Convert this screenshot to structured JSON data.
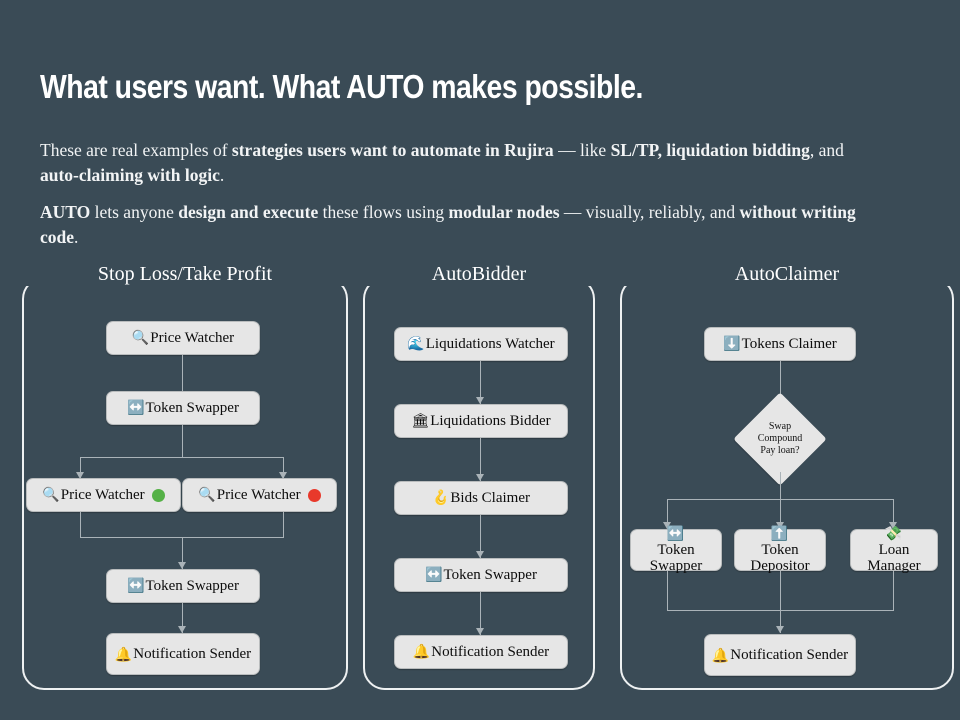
{
  "slide": {
    "background_color": "#3a4b56",
    "title": "What users want. What AUTO makes possible.",
    "paragraph1": {
      "t1": "These are real examples of ",
      "b1": "strategies users want to automate in Rujira",
      "t2": " — like ",
      "b2": "SL/TP, liquidation bidding",
      "t3": ", and ",
      "b3": "auto-claiming with logic",
      "t4": "."
    },
    "paragraph2": {
      "b1": "AUTO",
      "t1": " lets anyone ",
      "b2": "design and execute",
      "t2": " these flows using ",
      "b3": "modular nodes",
      "t3": " — visually, reliably, and ",
      "b4": "without writing code",
      "t4": "."
    }
  },
  "cards": {
    "stop_loss_take_profit": {
      "title": "Stop Loss/Take Profit",
      "nodes": {
        "price_watcher_top": {
          "icon": "magnifier-icon",
          "glyph": "🔍",
          "label": "Price Watcher"
        },
        "token_swapper_mid": {
          "icon": "left-right-arrow-icon",
          "glyph": "↔️",
          "label": "Token Swapper"
        },
        "price_watcher_green": {
          "icon": "magnifier-icon",
          "glyph": "🔍",
          "label": "Price Watcher",
          "status": "green",
          "status_color": "#55b147"
        },
        "price_watcher_red": {
          "icon": "magnifier-icon",
          "glyph": "🔍",
          "label": "Price Watcher",
          "status": "red",
          "status_color": "#e8392b"
        },
        "token_swapper_bottom": {
          "icon": "left-right-arrow-icon",
          "glyph": "↔️",
          "label": "Token Swapper"
        },
        "notification_sender": {
          "icon": "bell-icon",
          "glyph": "🔔",
          "label": "Notification Sender"
        }
      }
    },
    "autobidder": {
      "title": "AutoBidder",
      "nodes": {
        "liquidations_watcher": {
          "icon": "wave-icon",
          "glyph": "🌊",
          "label": "Liquidations Watcher"
        },
        "liquidations_bidder": {
          "icon": "auction-icon",
          "glyph": "🏛",
          "label": "Liquidations Bidder"
        },
        "bids_claimer": {
          "icon": "hook-icon",
          "glyph": "🪝",
          "label": "Bids Claimer"
        },
        "token_swapper": {
          "icon": "left-right-arrow-icon",
          "glyph": "↔️",
          "label": "Token Swapper"
        },
        "notification_sender": {
          "icon": "bell-icon",
          "glyph": "🔔",
          "label": "Notification Sender"
        }
      }
    },
    "autoclaimer": {
      "title": "AutoClaimer",
      "nodes": {
        "tokens_claimer": {
          "icon": "down-arrow-icon",
          "glyph": "⬇️",
          "label": "Tokens Claimer"
        },
        "decision": {
          "line1": "Swap",
          "line2": "Compound",
          "line3": "Pay loan?"
        },
        "token_swapper": {
          "icon": "left-right-arrow-icon",
          "glyph": "↔️",
          "label": "Token Swapper"
        },
        "token_depositor": {
          "icon": "up-arrow-icon",
          "glyph": "⬆️",
          "label": "Token Depositor"
        },
        "loan_manager": {
          "icon": "money-icon",
          "glyph": "💸",
          "label": "Loan Manager"
        },
        "notification_sender": {
          "icon": "bell-icon",
          "glyph": "🔔",
          "label": "Notification Sender"
        }
      }
    }
  }
}
